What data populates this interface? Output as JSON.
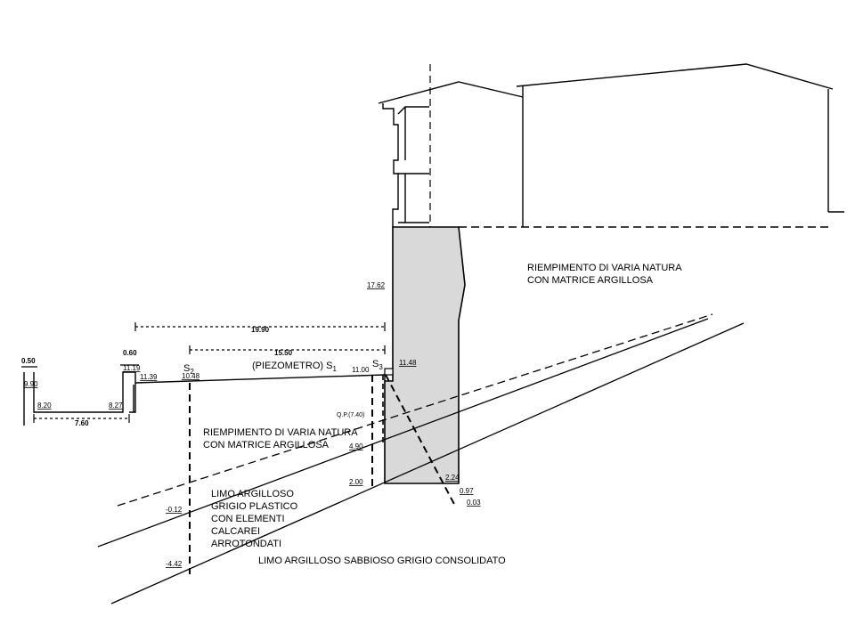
{
  "strata": {
    "fill_right": [
      "RIEMPIMENTO DI VARIA NATURA",
      "CON MATRICE ARGILLOSA"
    ],
    "fill_left": [
      "RIEMPIMENTO DI VARIA NATURA",
      "CON MATRICE ARGILLOSA"
    ],
    "silt_grey": [
      "LIMO ARGILLOSO",
      "GRIGIO PLASTICO",
      "CON ELEMENTI",
      "CALCAREI",
      "ARROTONDATI"
    ],
    "silt_sandy": "LIMO ARGILLOSO SABBIOSO GRIGIO CONSOLIDATO"
  },
  "boreholes": {
    "s1": "(PIEZOMETRO) S",
    "s1_sub": "1",
    "s2": "S",
    "s2_sub": "2",
    "s3": "S",
    "s3_sub": "3"
  },
  "dimensions": {
    "d_19_90": "19.90",
    "d_15_50": "15.50",
    "d_7_60": "7.60",
    "d_0_50": "0.50",
    "d_0_60": "0.60"
  },
  "elevations": {
    "e_17_62": "17.62",
    "e_11_48": "11.48",
    "e_11_00": "11.00",
    "e_11_19": "11.19",
    "e_11_39": "11.39",
    "e_10_48": "10.48",
    "e_9_90": "9.90",
    "e_8_20": "8.20",
    "e_8_27": "8.27",
    "e_qp": "Q.P.(7.40)",
    "e_4_90": "4.90",
    "e_2_00": "2.00",
    "e_2_24": "2.24",
    "e_0_97": "0.97",
    "e_0_03": "0.03",
    "e_m0_12": "-0.12",
    "e_m4_42": "-4.42"
  },
  "colors": {
    "wall_fill": "#d9d9d9",
    "line": "#000000"
  }
}
